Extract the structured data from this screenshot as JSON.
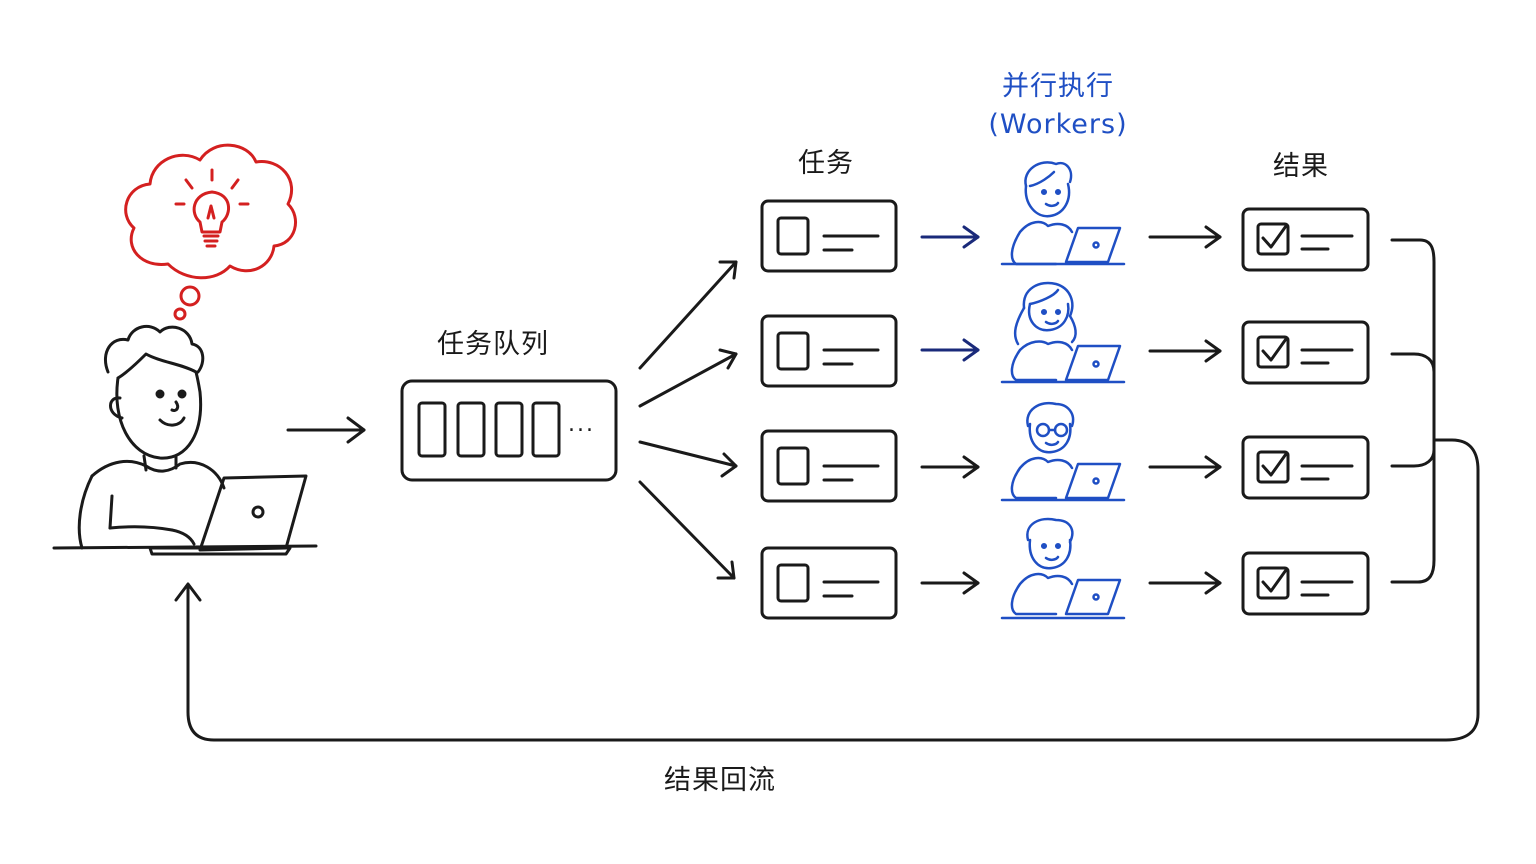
{
  "labels": {
    "task_queue": "任务队列",
    "tasks": "任务",
    "parallel_title": "并行执行",
    "parallel_subtitle": "(Workers)",
    "results": "结果",
    "feedback": "结果回流",
    "queue_ellipsis": "..."
  },
  "colors": {
    "ink": "#1a1a1a",
    "worker_blue": "#1f4fc4",
    "idea_red": "#d42020"
  },
  "icons": {
    "user": "person-at-laptop-icon",
    "idea": "lightbulb-icon",
    "worker": "worker-at-laptop-icon",
    "task": "task-card-icon",
    "result": "checked-result-card-icon"
  },
  "counts": {
    "parallel_lanes": 4,
    "queue_slots": 4
  }
}
